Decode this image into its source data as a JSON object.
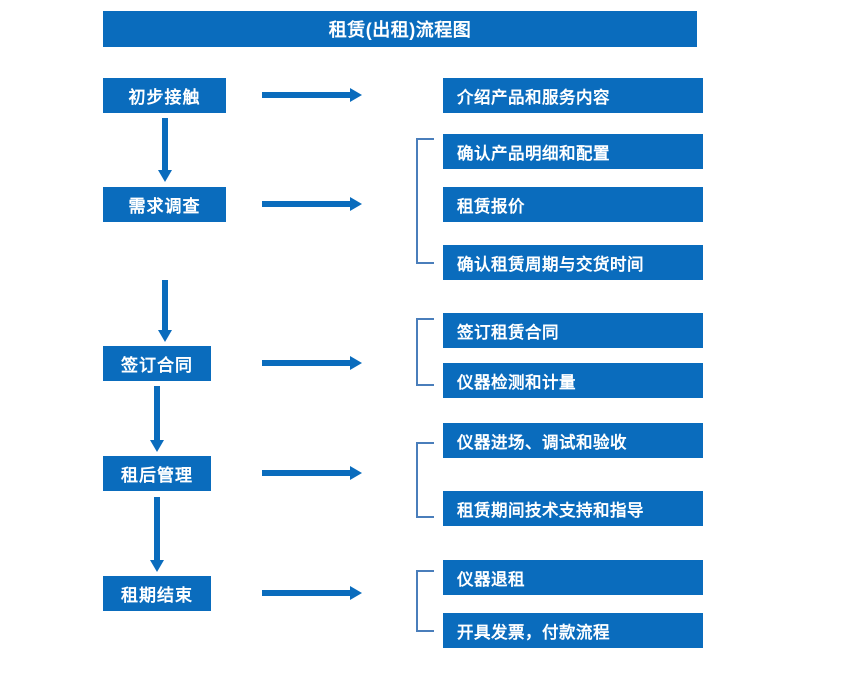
{
  "diagram": {
    "title": "租赁(出租)流程图",
    "accent_color": "#0a6cbd",
    "bracket_color": "#4a7ebb",
    "background_color": "#ffffff",
    "text_color": "#ffffff"
  },
  "stages": [
    {
      "label": "初步接触"
    },
    {
      "label": "需求调查"
    },
    {
      "label": "签订合同"
    },
    {
      "label": "租后管理"
    },
    {
      "label": "租期结束"
    }
  ],
  "details": [
    {
      "label": "介绍产品和服务内容"
    },
    {
      "label": "确认产品明细和配置"
    },
    {
      "label": "租赁报价"
    },
    {
      "label": "确认租赁周期与交货时间"
    },
    {
      "label": "签订租赁合同"
    },
    {
      "label": "仪器检测和计量"
    },
    {
      "label": "仪器进场、调试和验收"
    },
    {
      "label": "租赁期间技术支持和指导"
    },
    {
      "label": "仪器退租"
    },
    {
      "label": "开具发票，付款流程"
    }
  ],
  "connectors": {
    "horizontal_arrow_name": "flow-arrow-right",
    "vertical_arrow_name": "flow-arrow-down",
    "bracket_name": "group-bracket"
  }
}
